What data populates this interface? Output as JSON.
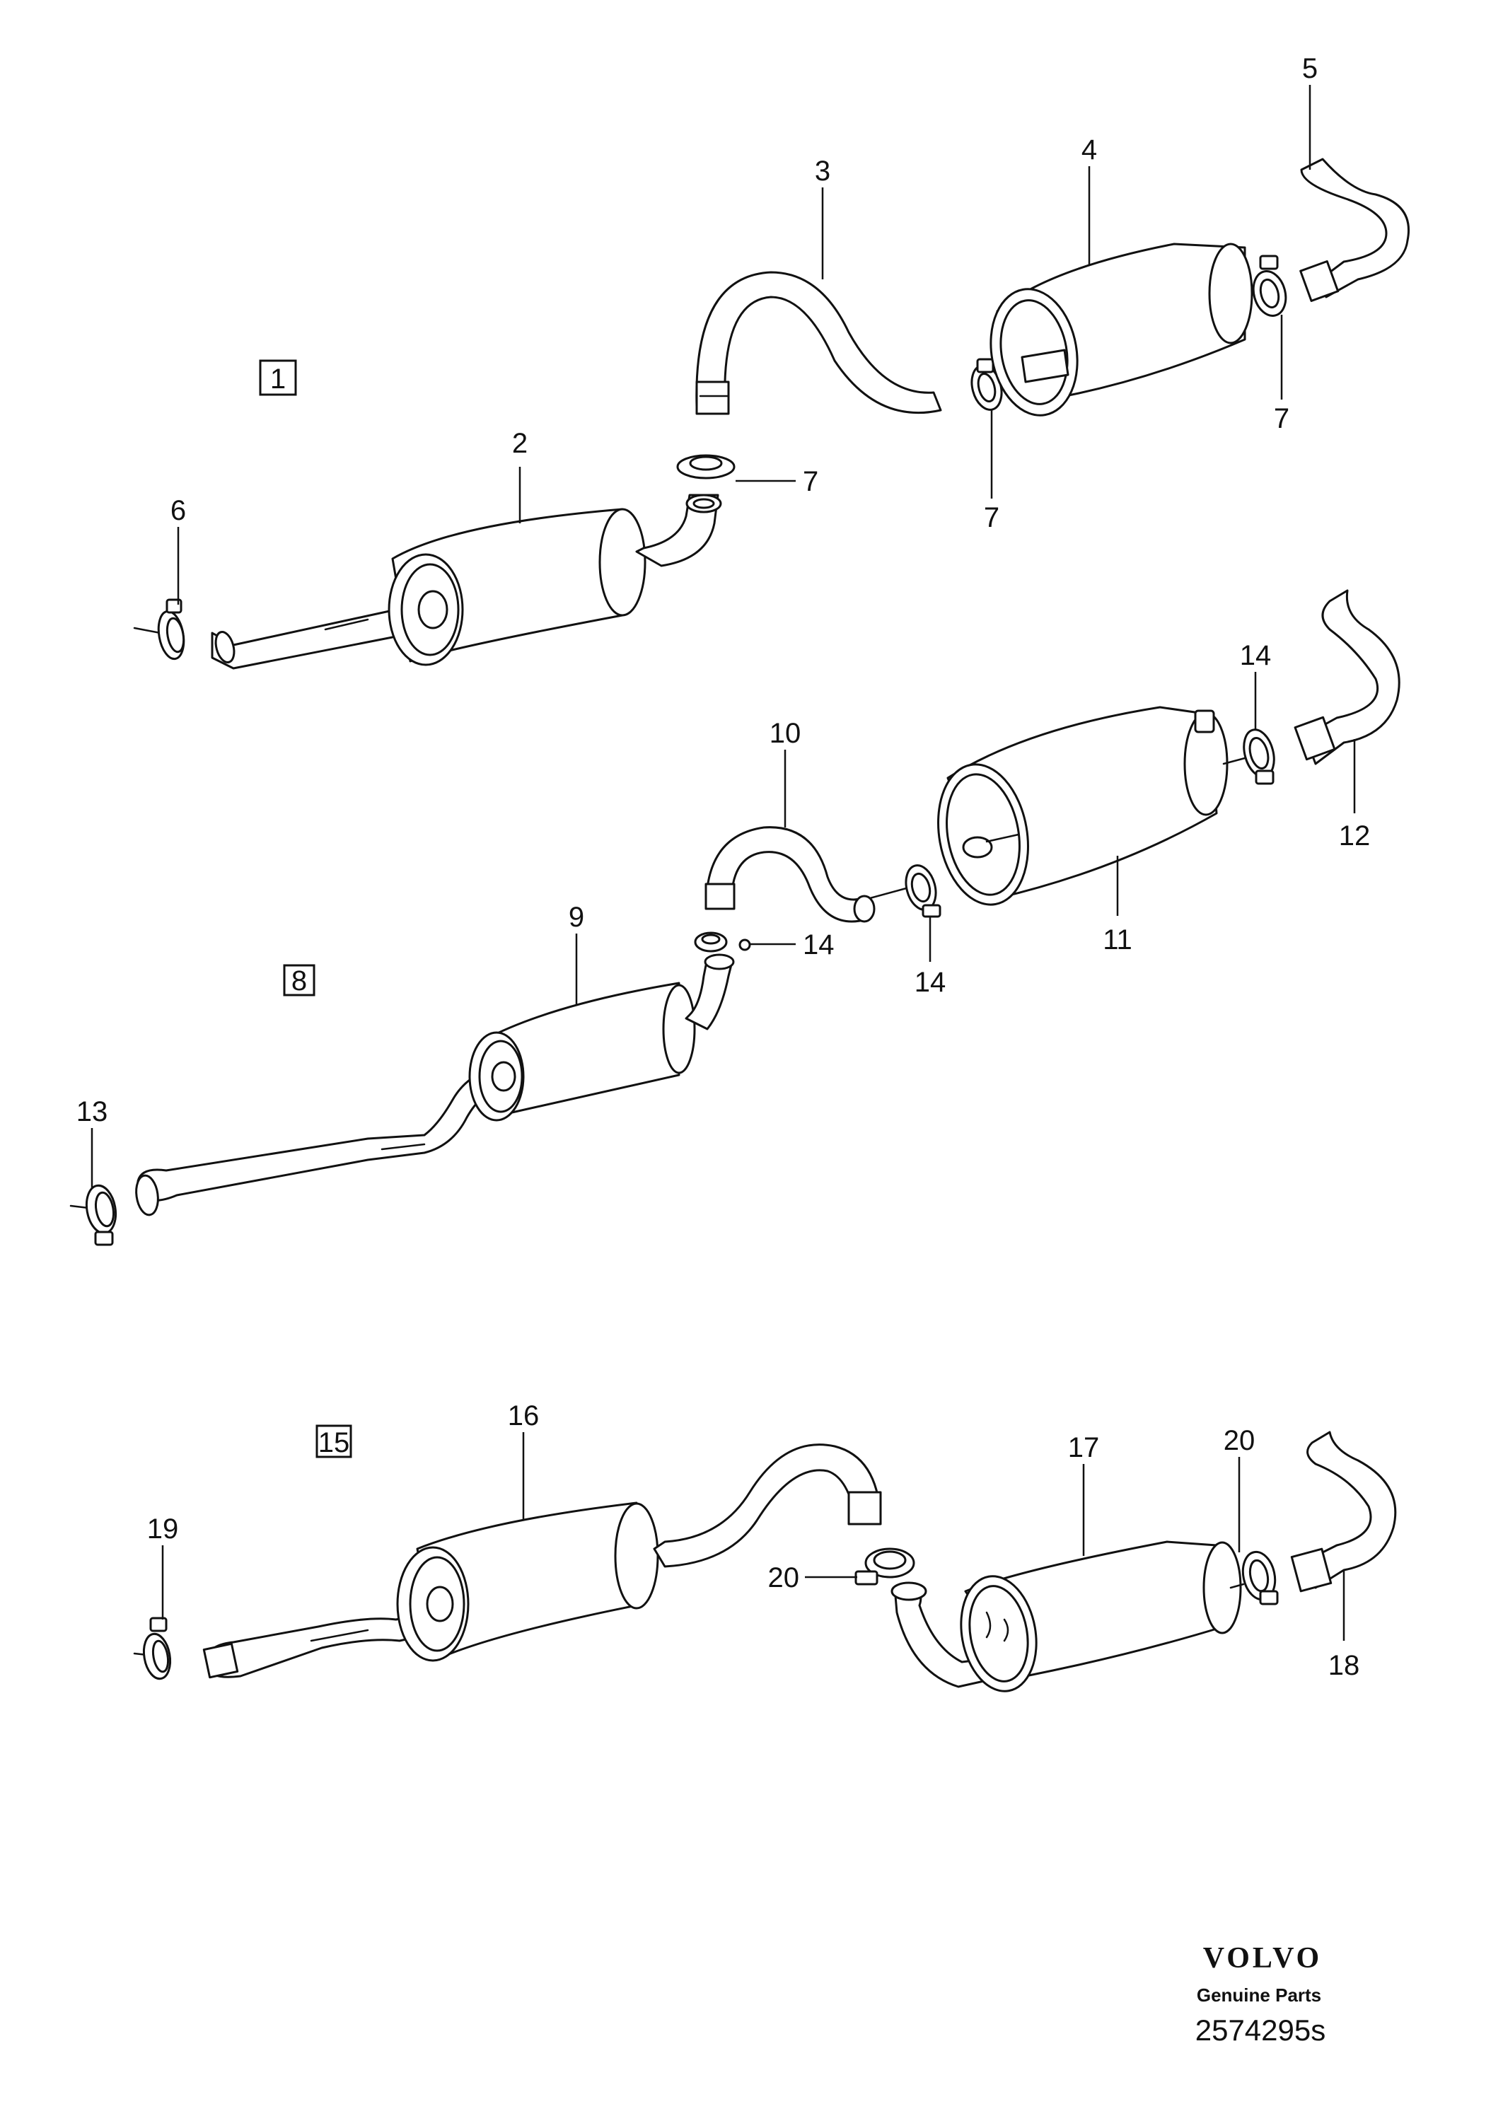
{
  "groups": [
    {
      "id": "1",
      "label": "1"
    },
    {
      "id": "8",
      "label": "8"
    },
    {
      "id": "15",
      "label": "15"
    }
  ],
  "callouts": {
    "c2": "2",
    "c3": "3",
    "c4": "4",
    "c5": "5",
    "c6": "6",
    "c7a": "7",
    "c7b": "7",
    "c7c": "7",
    "c9": "9",
    "c10": "10",
    "c11": "11",
    "c12": "12",
    "c13": "13",
    "c14a": "14",
    "c14b": "14",
    "c14c": "14",
    "c16": "16",
    "c17": "17",
    "c18": "18",
    "c19": "19",
    "c20a": "20",
    "c20b": "20"
  },
  "branding": {
    "brand": "VOLVO",
    "subtitle": "Genuine Parts",
    "diagram_code": "2574295s"
  },
  "colors": {
    "line": "#111111",
    "background": "#ffffff"
  }
}
